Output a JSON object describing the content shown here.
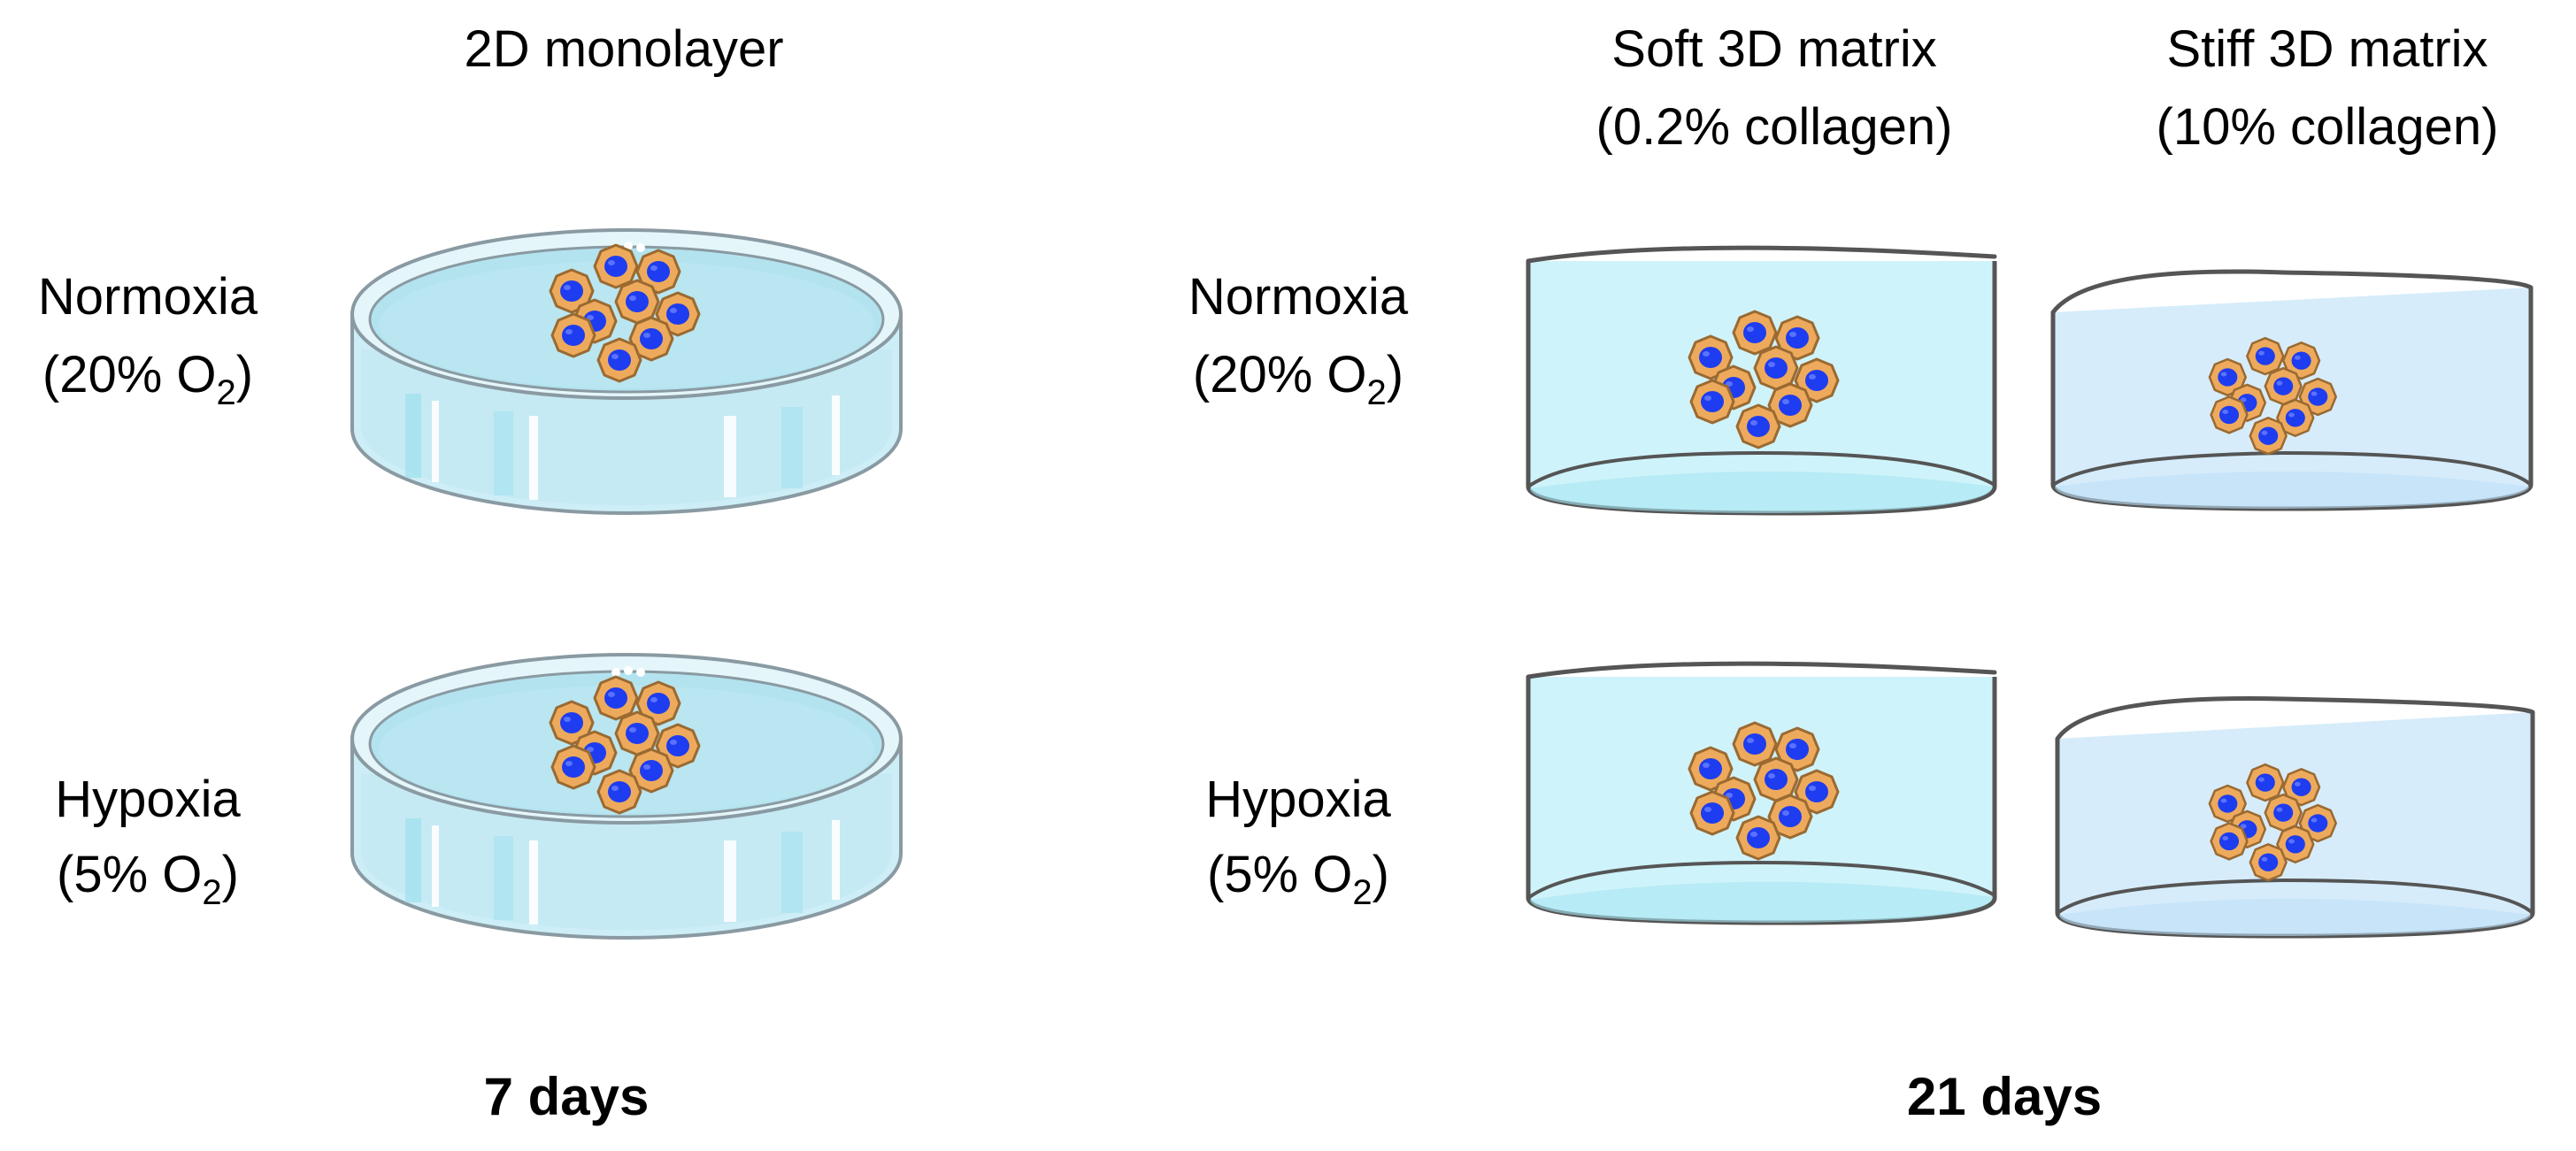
{
  "panel_2d": {
    "header": "2D monolayer",
    "row_normoxia": {
      "name": "Normoxia",
      "pct": "(20% O",
      "sub": "2",
      "close": ")"
    },
    "row_hypoxia": {
      "name": "Hypoxia",
      "pct": "(5% O",
      "sub": "2",
      "close": ")"
    },
    "duration": "7 days"
  },
  "panel_3d": {
    "soft_header": {
      "line1": "Soft 3D matrix",
      "line2": "(0.2% collagen)"
    },
    "stiff_header": {
      "line1": "Stiff 3D matrix",
      "line2": "(10% collagen)"
    },
    "row_normoxia": {
      "name": "Normoxia",
      "pct": "(20% O",
      "sub": "2",
      "close": ")"
    },
    "row_hypoxia": {
      "name": "Hypoxia",
      "pct": "(5% O",
      "sub": "2",
      "close": ")"
    },
    "duration": "21 days"
  },
  "colors": {
    "dish_fill": "#cdeef6",
    "dish_inner": "#b3e3ef",
    "dish_stroke": "#8a9aa2",
    "soft_matrix_fill": "#cff3fa",
    "stiff_matrix_fill": "#d6ecfb",
    "cell_fill": "#eeaa5c",
    "cell_stroke": "#9a6a32",
    "nucleus_fill": "#1e3df0"
  }
}
